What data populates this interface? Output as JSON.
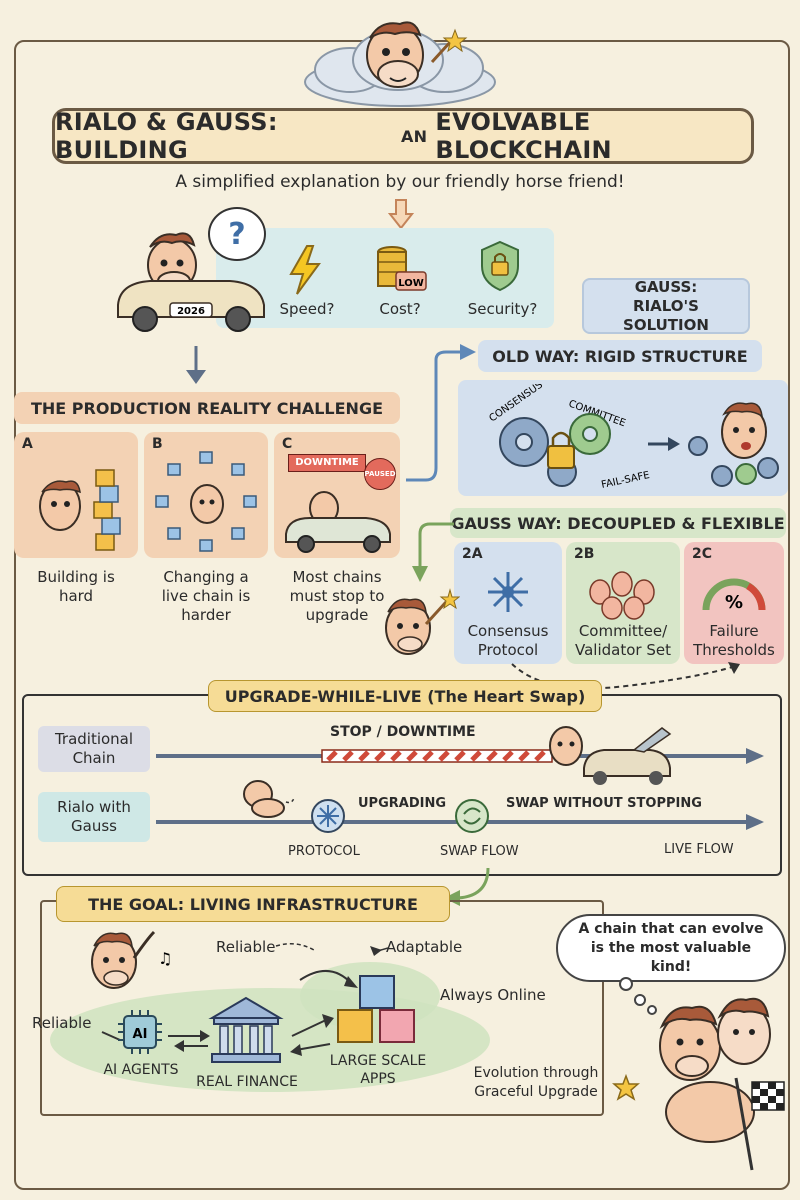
{
  "title": {
    "part1": "RIALO & GAUSS: BUILDING",
    "part2": "AN",
    "part3": "EVOLVABLE BLOCKCHAIN"
  },
  "subtitle": "A simplified explanation by our friendly horse friend!",
  "intro": {
    "question_mark": "?",
    "plate": "2026",
    "speed": "Speed?",
    "cost": "Cost?",
    "cost_badge": "LOW",
    "security": "Security?"
  },
  "gauss_solution": "GAUSS: RIALO'S SOLUTION",
  "challenge": {
    "title": "THE PRODUCTION REALITY CHALLENGE",
    "items": [
      {
        "tag": "A",
        "label": "Building is hard"
      },
      {
        "tag": "B",
        "label": "Changing a live chain is harder"
      },
      {
        "tag": "C",
        "label": "Most chains must stop to upgrade",
        "sign_downtime": "DOWNTIME",
        "sign_paused": "PAUSED"
      }
    ]
  },
  "old_way": {
    "title": "OLD WAY: RIGID STRUCTURE",
    "consensus": "CONSENSUS",
    "committee": "COMMITTEE",
    "failsafe": "FAIL-SAFE"
  },
  "gauss_way": {
    "title": "GAUSS WAY: DECOUPLED & FLEXIBLE",
    "items": [
      {
        "tag": "2A",
        "label": "Consensus Protocol"
      },
      {
        "tag": "2B",
        "label": "Committee/ Validator Set"
      },
      {
        "tag": "2C",
        "label": "Failure Thresholds",
        "icon": "%"
      }
    ]
  },
  "upgrade": {
    "title": "UPGRADE-WHILE-LIVE (The Heart Swap)",
    "traditional": "Traditional Chain",
    "downtime": "STOP / DOWNTIME",
    "rialo": "Rialo with Gauss",
    "upgrading": "UPGRADING",
    "swap_without": "SWAP WITHOUT STOPPING",
    "protocol": "PROTOCOL",
    "swap_flow": "SWAP FLOW",
    "live_flow": "LIVE FLOW"
  },
  "goal": {
    "title": "THE GOAL: LIVING INFRASTRUCTURE",
    "reliable_top": "Reliable",
    "adaptable": "Adaptable",
    "always_online": "Always Online",
    "reliable_left": "Reliable",
    "ai_chip": "AI",
    "ai_agents": "AI AGENTS",
    "real_finance": "REAL FINANCE",
    "large_scale": "LARGE SCALE APPS",
    "evolution": "Evolution through Graceful Upgrade",
    "bubble": "A chain that can evolve is the most valuable kind!"
  },
  "colors": {
    "cream": "#f6f0df",
    "peach": "#f3d2b4",
    "blue": "#d4e0ee",
    "green": "#d7e6c9",
    "pink": "#f2c4c0",
    "yellow": "#f6dc96",
    "brown": "#6b5a44"
  }
}
